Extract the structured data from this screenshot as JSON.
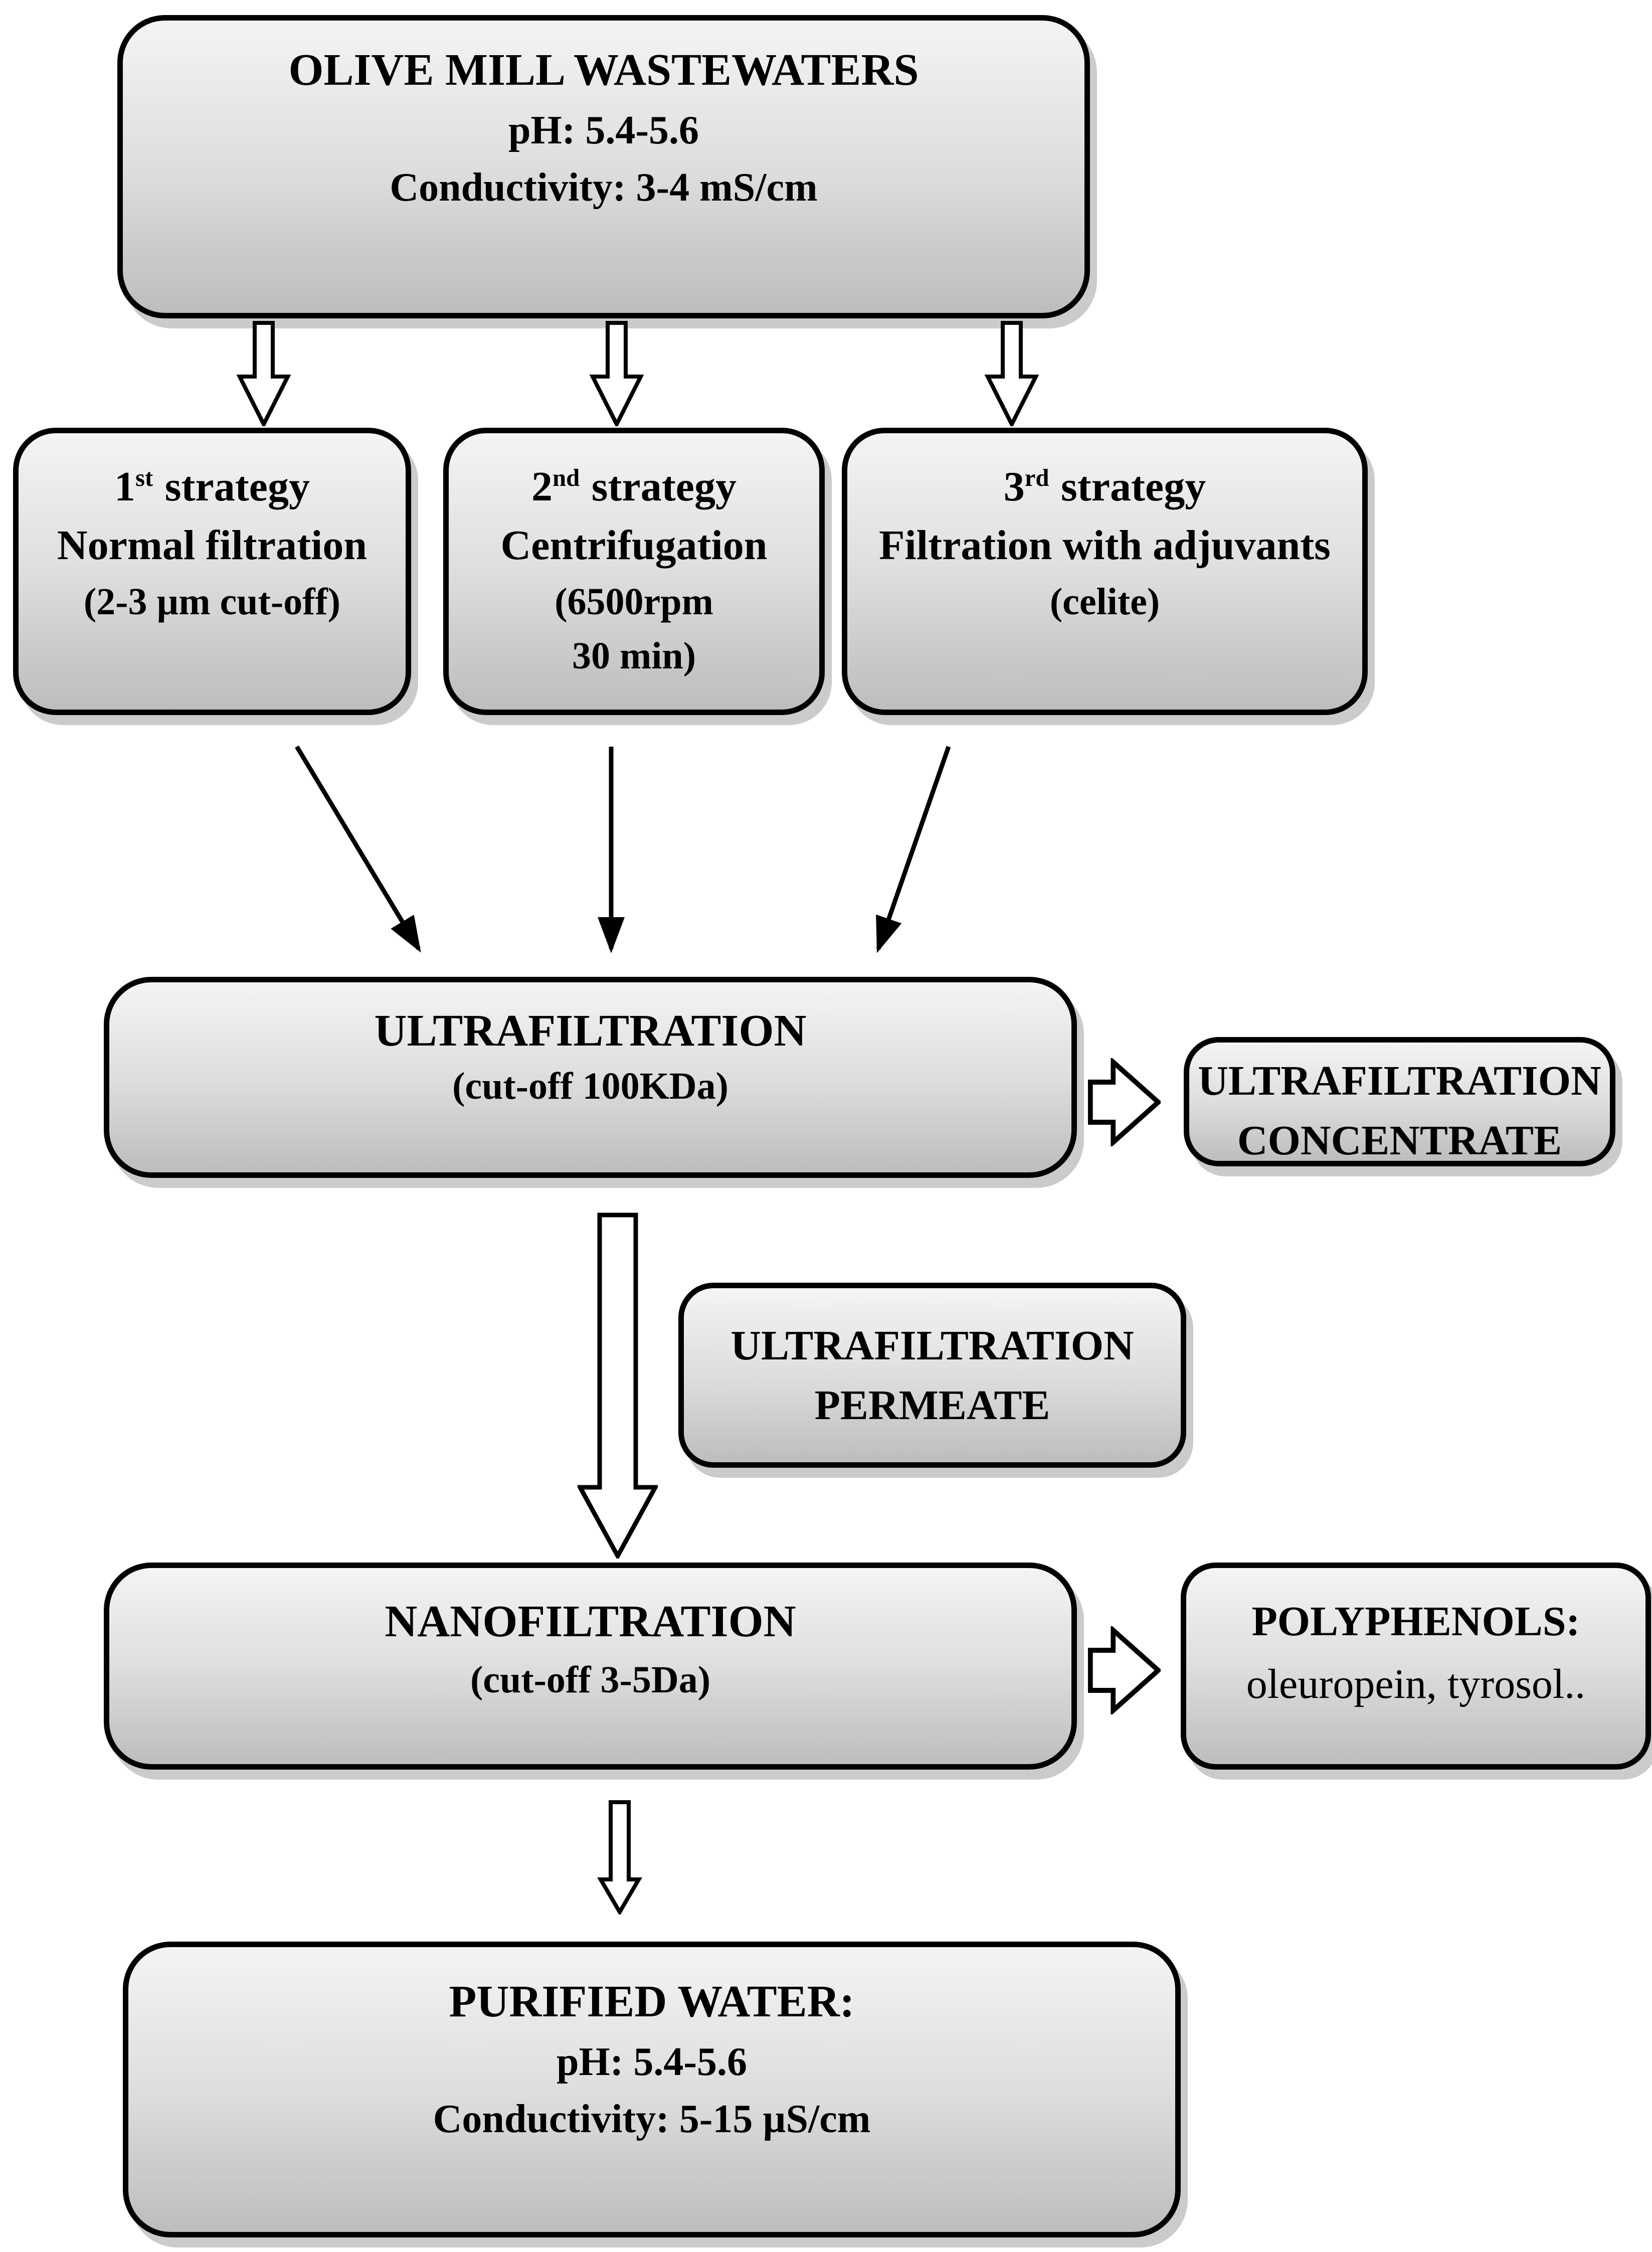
{
  "flow": {
    "source": {
      "title": "OLIVE MILL WASTEWATERS",
      "ph": "pH: 5.4-5.6",
      "conductivity": "Conductivity: 3-4 mS/cm"
    },
    "strategies": [
      {
        "num": "1",
        "ord": "st",
        "word": "strategy",
        "method": "Normal filtration",
        "detail1": "(2-3 µm cut-off)",
        "detail2": ""
      },
      {
        "num": "2",
        "ord": "nd",
        "word": "strategy",
        "method": "Centrifugation",
        "detail1": "(6500rpm",
        "detail2": "30 min)"
      },
      {
        "num": "3",
        "ord": "rd",
        "word": "strategy",
        "method": "Filtration with adjuvants",
        "detail1": "(celite)",
        "detail2": ""
      }
    ],
    "ultrafiltration": {
      "title": "ULTRAFILTRATION",
      "cutoff": "(cut-off 100KDa)"
    },
    "uf_concentrate": {
      "line1": "ULTRAFILTRATION",
      "line2": "CONCENTRATE"
    },
    "uf_permeate": {
      "line1": "ULTRAFILTRATION",
      "line2": "PERMEATE"
    },
    "nanofiltration": {
      "title": "NANOFILTRATION",
      "cutoff": "(cut-off 3-5Da)"
    },
    "polyphenols": {
      "title": "POLYPHENOLS:",
      "examples": "oleuropein, tyrosol.."
    },
    "purified_water": {
      "title": "PURIFIED WATER:",
      "ph": "pH: 5.4-5.6",
      "conductivity": "Conductivity: 5-15 µS/cm"
    }
  },
  "colors": {
    "border": "#000000",
    "fill_top": "#f4f4f4",
    "fill_bottom": "#bdbdbd",
    "shadow": "#8c8c8c",
    "arrow_fill": "#ffffff"
  }
}
